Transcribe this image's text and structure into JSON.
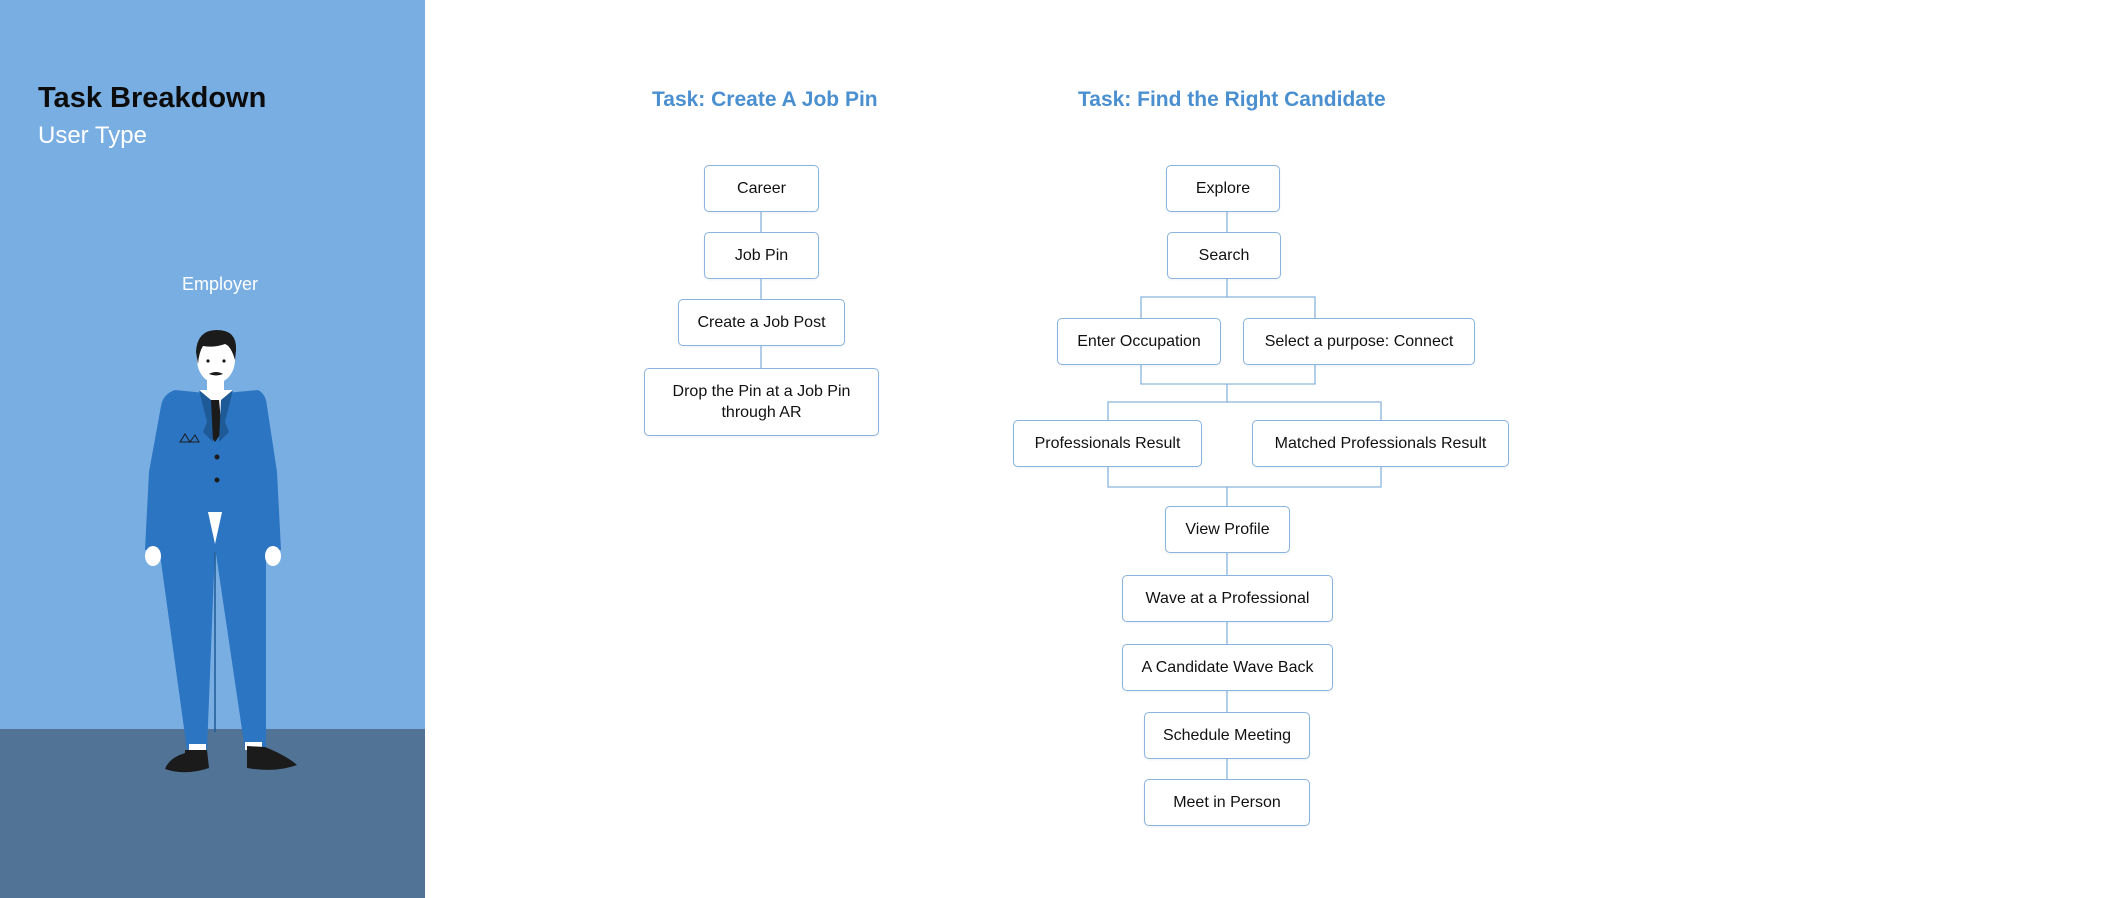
{
  "sidebar": {
    "title": "Task Breakdown",
    "subtitle": "User Type",
    "user_label": "Employer",
    "colors": {
      "background": "#79aee2",
      "floor": "#507396",
      "suit": "#2c75c2"
    }
  },
  "task1": {
    "title": "Task: Create A Job Pin",
    "steps": [
      "Career",
      "Job Pin",
      "Create a Job Post",
      "Drop the Pin at a Job Pin through AR"
    ]
  },
  "task2": {
    "title": "Task: Find the Right Candidate",
    "steps": {
      "explore": "Explore",
      "search": "Search",
      "enter_occupation": "Enter Occupation",
      "select_purpose": "Select a purpose: Connect",
      "professionals_result": "Professionals Result",
      "matched_result": "Matched Professionals Result",
      "view_profile": "View Profile",
      "wave": "Wave at a Professional",
      "wave_back": "A Candidate Wave Back",
      "schedule": "Schedule Meeting",
      "meet": "Meet in Person"
    }
  },
  "colors": {
    "accent": "#4a8fd0",
    "connector": "#8ab3dd"
  }
}
